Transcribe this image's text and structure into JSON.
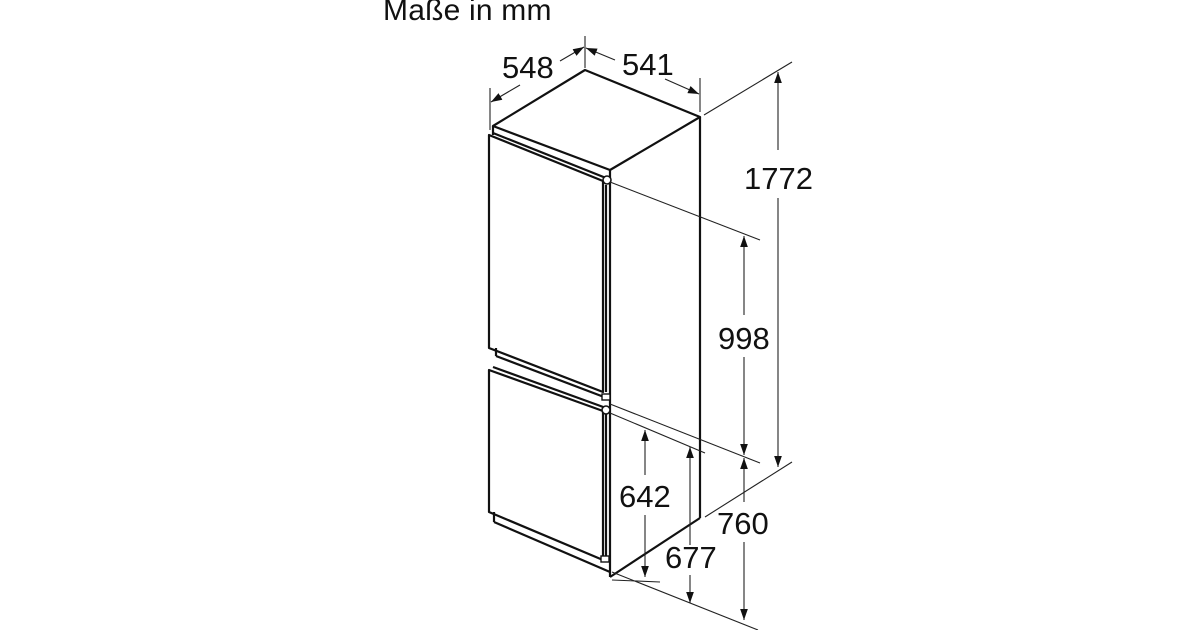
{
  "title": "Maße in mm",
  "dimensions": {
    "depth": "548",
    "width": "541",
    "total_height": "1772",
    "upper_door_height": "998",
    "lower_door_height": "642",
    "lower_hinge_height": "677",
    "lower_compartment_height": "760"
  },
  "unit": "mm",
  "object": "built-in fridge-freezer, isometric view"
}
